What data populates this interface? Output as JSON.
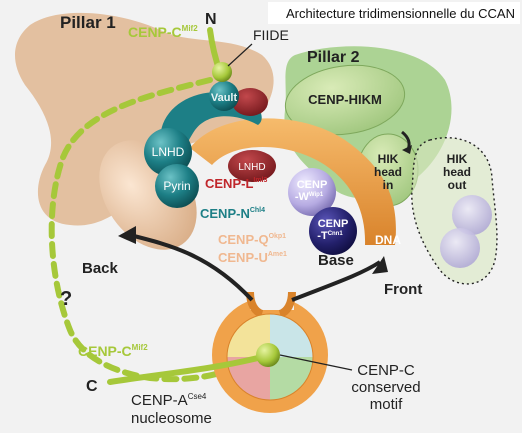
{
  "title": "Architecture tridimensionnelle du CCAN",
  "labels": {
    "pillar1": "Pillar 1",
    "pillar2": "Pillar 2",
    "cenp_c_top": "CENP-C",
    "cenp_c_top_sup": "Mif2",
    "n_term": "N",
    "fiide": "FIIDE",
    "vault": "Vault",
    "lnhd_left": "LNHD",
    "lnhd_small": "LNHD",
    "pyrin": "Pyrin",
    "cenp_l": "CENP-L",
    "cenp_l_sup": "Iml3",
    "cenp_n": "CENP-N",
    "cenp_n_sup": "Chl4",
    "cenp_hikm": "CENP-HIKM",
    "hik_head_in": [
      "HIK",
      "head",
      "in"
    ],
    "hik_head_out": [
      "HIK",
      "head",
      "out"
    ],
    "cenp_w": "CENP",
    "cenp_w2": "-W",
    "cenp_w_sup": "Wip1",
    "cenp_t": "CENP",
    "cenp_t2": "-T",
    "cenp_t_sup": "Cnn1",
    "dna": "DNA",
    "cenp_q": "CENP-Q",
    "cenp_q_sup": "Okp1",
    "cenp_u": "CENP-U",
    "cenp_u_sup": "Ame1",
    "back": "Back",
    "base": "Base",
    "front": "Front",
    "question": "?",
    "cenp_c_bottom": "CENP-C",
    "cenp_c_bottom_sup": "Mif2",
    "c_term": "C",
    "cenp_a": "CENP-A",
    "cenp_a_sup": "Cse4",
    "nucleosome": "nucleosome",
    "conserved": [
      "CENP-C",
      "conserved",
      "motif"
    ]
  },
  "colors": {
    "pillar1": "#e3c0a0",
    "pillar2": "#a9d190",
    "cenp_c": "#a6c83a",
    "teal": "#1d7f86",
    "lnhd_red": "#8a1d22",
    "cenp_l_text": "#c0262b",
    "cenp_n_text": "#1d7f86",
    "orange": "#f0a24a",
    "qu_text": "#f0b890",
    "purple_light": "#c6bde8",
    "purple_dark": "#23206b",
    "ghost_purple": "#c9c4e6"
  }
}
